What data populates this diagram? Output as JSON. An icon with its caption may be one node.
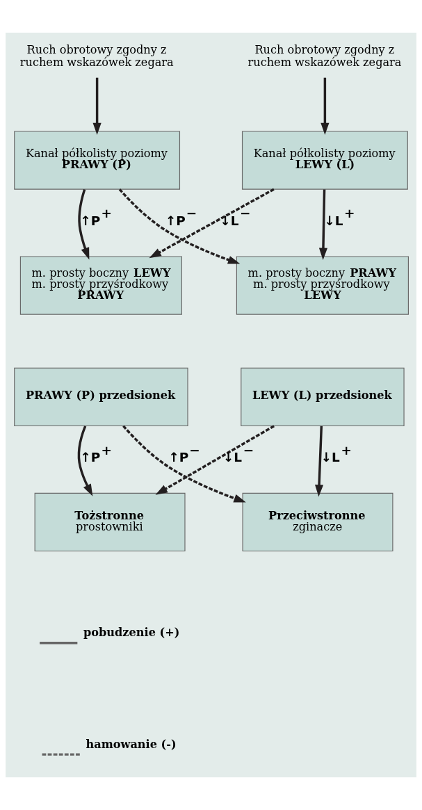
{
  "diagram": {
    "nodes": [
      {
        "text": [
          "Ruch obrotowy zgodny z ruchem wskazówek zegara"
        ]
      },
      {
        "text": [
          "Ruch obrotowy zgodny z ruchem wskazówek zegara"
        ]
      },
      {
        "text": [
          "Kanał półkolisty poziomy **PRAWY (P)**"
        ]
      },
      {
        "text": [
          "Kanał półkolisty poziomy **LEWY (L)**"
        ]
      },
      {
        "text": [
          "m. prosty boczny **LEWY**",
          "m. prosty przyśrodkowy **PRAWY**"
        ]
      },
      {
        "text": [
          "m. prosty boczny **PRAWY**",
          "m. prosty przyśrodkowy **LEWY**"
        ]
      },
      {
        "text": [
          "PRAWY (P) przedsionek"
        ]
      },
      {
        "text": [
          "LEWY (L) przedsionek"
        ]
      },
      {
        "text": [
          "**Tożstronne** prostowniki"
        ]
      },
      {
        "text": [
          "**Przeciwstronne** zginacze"
        ]
      }
    ],
    "edges": [
      {
        "from": 0,
        "to": 2,
        "arrow": "to"
      },
      {
        "from": 1,
        "to": 3,
        "arrow": "to"
      },
      {
        "from": 2,
        "to": 4,
        "arrow": "to",
        "label": "↑P$^{+}$"
      },
      {
        "from": 3,
        "to": 4,
        "arrow": "to",
        "label": "↓L$^{−}$",
        "style": "dashed"
      },
      {
        "from": 2,
        "to": 5,
        "arrow": "to",
        "label": "↑P$^{−}$",
        "style": "dashed"
      },
      {
        "from": 3,
        "to": 5,
        "arrow": "to",
        "label": "↓L$^{+}$"
      },
      {
        "from": 6,
        "to": 8,
        "arrow": "to",
        "label": "↑P$^{+}$"
      },
      {
        "from": 7,
        "to": 8,
        "arrow": "to",
        "label": "↓L$^{−}$",
        "style": "dashed"
      },
      {
        "from": 6,
        "to": 9,
        "arrow": "to",
        "label": "↑P$^{−}$",
        "style": "dashed"
      },
      {
        "from": 7,
        "to": 9,
        "arrow": "to",
        "label": "↓L$^{+}$"
      }
    ],
    "legend": [
      {
        "text": "pobudzenie (+)"
      },
      {
        "text": "hamowanie (-)"
      }
    ]
  }
}
